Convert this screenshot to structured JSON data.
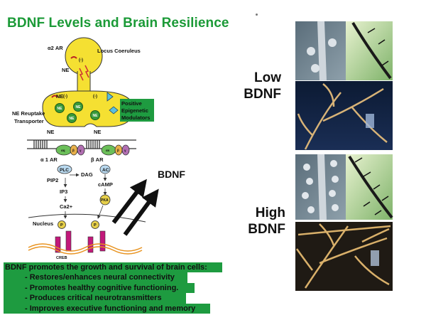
{
  "title": "BDNF Levels and Brain Resilience",
  "diagram": {
    "alpha2_ar": "α2 AR",
    "locus_coeruleus": "Locus Coeruleus",
    "ne": "NE",
    "minus": "(-)",
    "positive_epigenetic_1": "Positive",
    "positive_epigenetic_2": "Epigenetic",
    "positive_epigenetic_3": "Modulators",
    "ne_reuptake_1": "NE Reuptake",
    "ne_reuptake_2": "Transporter",
    "alpha1_ar": "α 1 AR",
    "beta_ar": "β AR",
    "plc": "PLC",
    "ac": "AC",
    "pip2": "PIP2",
    "dag": "DAG",
    "camp": "cAMP",
    "ip3": "IP3",
    "ca2": "Ca2+",
    "pka": "PKA",
    "nucleus": "Nucleus",
    "p": "P",
    "creb": "CREB",
    "bdnf": "BDNF",
    "gq": "αq",
    "gs": "αs",
    "beta": "β",
    "gamma": "γ"
  },
  "low_label": [
    "Low",
    "BDNF"
  ],
  "high_label": [
    "High",
    "BDNF"
  ],
  "summary": {
    "heading": "BDNF promotes the growth and survival of brain cells:",
    "items": [
      "- Restores/enhances neural connectivity",
      "- Promotes healthy cognitive functioning.",
      "- Produces critical neurotransmitters",
      "- Improves executive functioning and memory"
    ]
  },
  "colors": {
    "title": "#1b9a37",
    "neuron": "#f5e032",
    "highlight": "#1e9b40",
    "receptor_purple": "#b26fb2",
    "creb_magenta": "#c2187a"
  }
}
